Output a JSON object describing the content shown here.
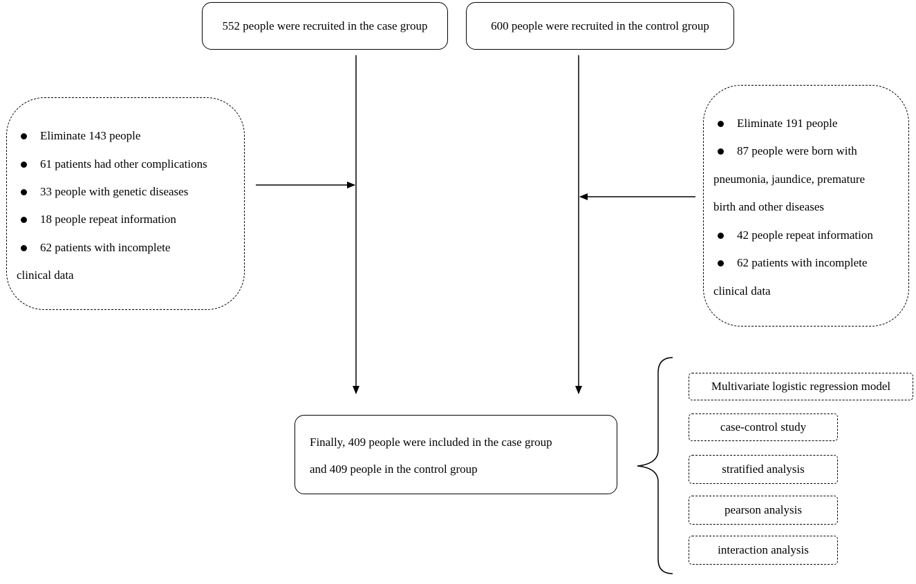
{
  "case_recruit": "552 people were recruited in the case group",
  "control_recruit": "600 people were recruited in the control group",
  "case_exclusion": {
    "lines": [
      "Eliminate 143 people",
      "61 patients had other complications",
      "33 people with genetic diseases",
      "18 people repeat information",
      "62 patients with incomplete",
      "clinical data"
    ]
  },
  "control_exclusion": {
    "lines": [
      "Eliminate 191 people",
      "87 people were born with",
      "pneumonia, jaundice, premature",
      "birth and other diseases",
      "42 people repeat information",
      "62 patients with incomplete",
      "clinical data"
    ]
  },
  "final": {
    "line1": "Finally, 409 people were included in the case group",
    "line2": "and 409 people in the control group"
  },
  "methods": [
    "Multivariate logistic regression model",
    "case-control study",
    "stratified analysis",
    "pearson analysis",
    "interaction analysis"
  ]
}
